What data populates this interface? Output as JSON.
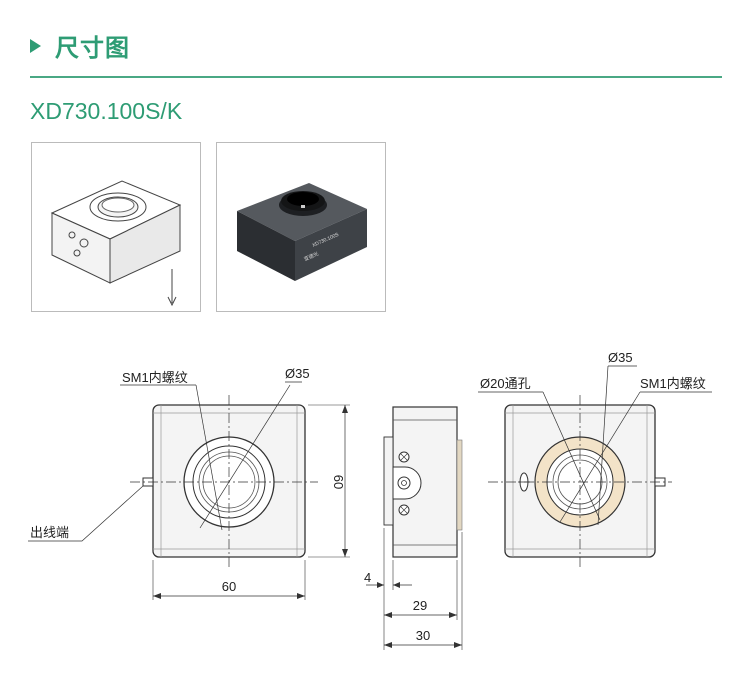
{
  "header": {
    "title": "尺寸图"
  },
  "model": "XD730.100S/K",
  "product_label": {
    "brand": "亚德光",
    "code": "XD730.100S"
  },
  "labels": {
    "sm1_thread": "SM1内螺纹",
    "dia35": "Ø35",
    "dia20_through": "Ø20通孔",
    "outlet": "出线端"
  },
  "dims": {
    "width": "60",
    "height": "60",
    "offset": "4",
    "depth29": "29",
    "depth30": "30"
  }
}
